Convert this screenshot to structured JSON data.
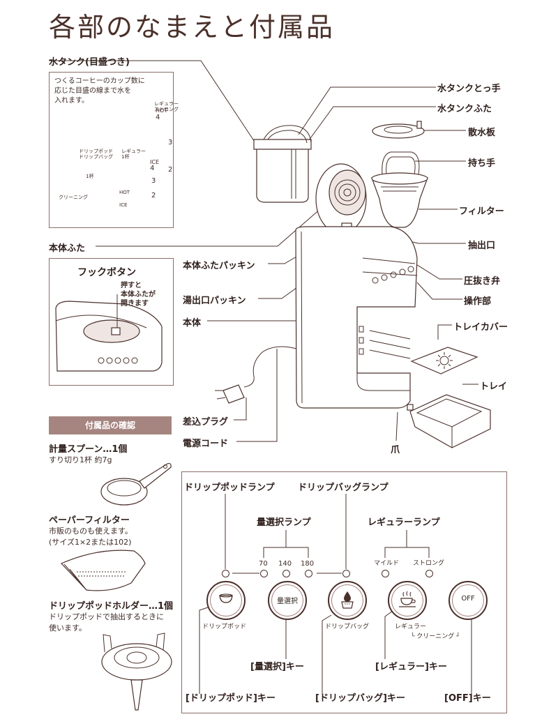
{
  "title": "各部のなまえと付属品",
  "water_tank": {
    "label": "水タンク(目盛つき)",
    "desc_lines": [
      "つくるコーヒーのカップ数に",
      "応じた目盛の線まで水を",
      "入れます。"
    ],
    "scale": {
      "regular_strong": "レギュラー\nストロング",
      "hot": "HOT",
      "ice": "ICE",
      "ticks_hot": [
        "4",
        "3",
        "2"
      ],
      "ticks_ice": [
        "4",
        "3",
        "2"
      ],
      "drip_pod_bag": "ドリップポッド\nドリップバッグ",
      "one_cup": "1杯",
      "regular_1cup": "レギュラー\n1杯",
      "cleaning": "クリーニング",
      "hot2": "HOT",
      "ice2": "ICE"
    }
  },
  "hook": {
    "title": "フックボタン",
    "note_lines": [
      "押すと",
      "本体ふたが",
      "開きます"
    ]
  },
  "parts": {
    "tank_handle": "水タンクとっ手",
    "tank_lid": "水タンクふた",
    "shower_plate": "散水板",
    "handle": "持ち手",
    "filter": "フィルター",
    "outlet": "抽出口",
    "relief_valve": "圧抜き弁",
    "control_panel": "操作部",
    "tray_cover": "トレイカバー",
    "tray": "トレイ",
    "claw": "爪",
    "lid": "本体ふた",
    "lid_packing": "本体ふたパッキン",
    "outlet_packing": "湯出口パッキン",
    "body": "本体",
    "plug": "差込プラグ",
    "cord": "電源コード"
  },
  "accessories": {
    "badge": "付属品の確認",
    "spoon_title": "計量スプーン…1個",
    "spoon_desc": "すり切り1杯 約7g",
    "filter_title": "ペーパーフィルター",
    "filter_desc_lines": [
      "市販のものも使えます。",
      "(サイズ1×2または102)"
    ],
    "holder_title": "ドリップポッドホルダー…1個",
    "holder_desc_lines": [
      "ドリップポッドで抽出するときに",
      "使います。"
    ]
  },
  "panel": {
    "drip_pod_lamp": "ドリップポッドランプ",
    "drip_bag_lamp": "ドリップバッグランプ",
    "amount_lamp": "量選択ランプ",
    "regular_lamp": "レギュラーランプ",
    "amounts": [
      "70",
      "140",
      "180"
    ],
    "mild": "マイルド",
    "strong": "ストロング",
    "key_drip_pod_caption": "ドリップポッド",
    "key_amount_text": "量選択",
    "key_drip_bag_caption": "ドリップバッグ",
    "key_regular_caption": "レギュラー",
    "cleaning_caption": "└ クリーニング ┘",
    "key_off_text": "OFF",
    "amount_key_label": "[量選択]キー",
    "regular_key_label": "[レギュラー]キー",
    "drip_pod_key_label": "[ドリップポッド]キー",
    "drip_bag_key_label": "[ドリップバッグ]キー",
    "off_key_label": "[OFF]キー"
  }
}
